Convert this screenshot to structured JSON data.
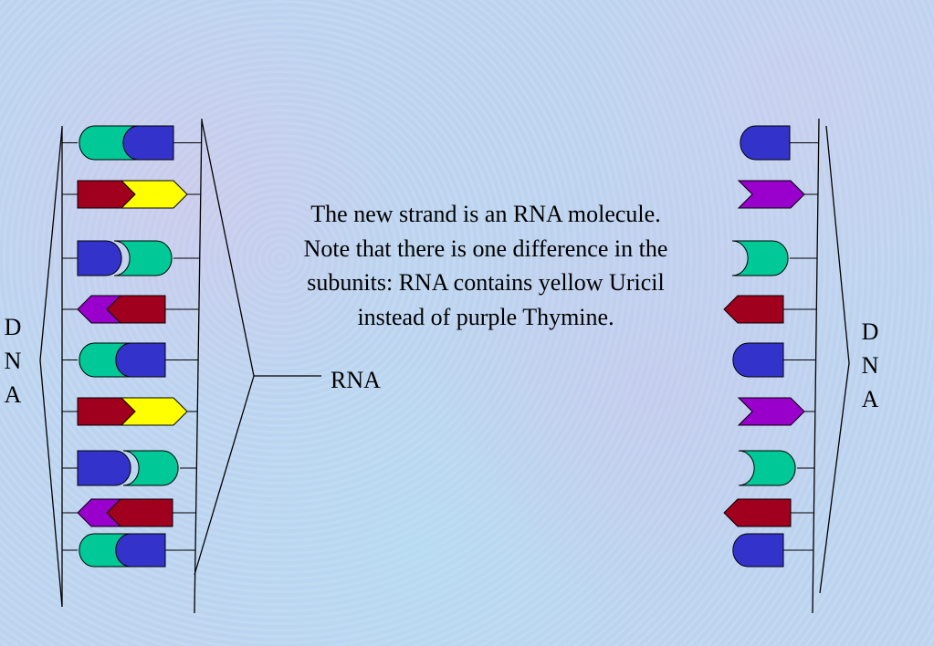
{
  "caption": "The new strand is an RNA molecule. Note that there is one difference in the subunits: RNA contains yellow Uricil instead of purple Thymine.",
  "rna_label": "RNA",
  "left_dna_label": [
    "D",
    "N",
    "A"
  ],
  "right_dna_label": [
    "D",
    "N",
    "A"
  ],
  "colors": {
    "teal": "#00c896",
    "blue": "#3333cc",
    "red": "#a0001e",
    "yellow": "#ffff00",
    "purple": "#9900cc"
  },
  "left_pairs": [
    [
      "teal",
      "blue"
    ],
    [
      "red",
      "yellow"
    ],
    [
      "blue",
      "teal"
    ],
    [
      "purple",
      "red"
    ],
    [
      "teal",
      "blue"
    ],
    [
      "red",
      "yellow"
    ],
    [
      "blue",
      "teal"
    ],
    [
      "purple",
      "red"
    ],
    [
      "teal",
      "blue"
    ]
  ],
  "right_bases": [
    "blue",
    "purple",
    "teal",
    "red",
    "blue",
    "purple",
    "teal",
    "red",
    "blue"
  ]
}
